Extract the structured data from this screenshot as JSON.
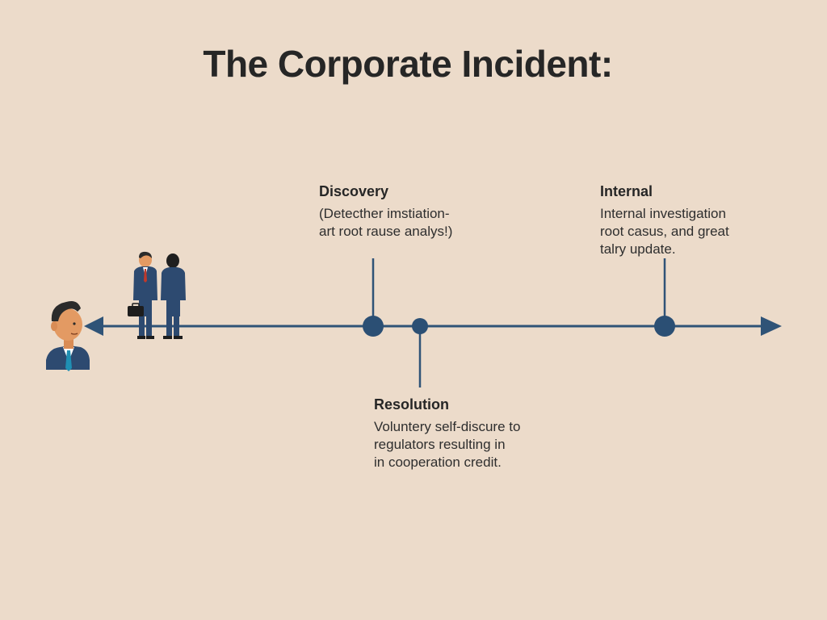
{
  "title": "The Corporate Incident:",
  "colors": {
    "background": "#ecdbca",
    "timeline": "#2f5377",
    "marker": "#2b4f74",
    "suit": "#2d4a70",
    "skin": "#e39a63",
    "hair": "#2b2b2b"
  },
  "events": {
    "discovery": {
      "title": "Discovery",
      "lines": [
        "(Detecther imstiation-",
        "art root rause analys!)"
      ]
    },
    "internal": {
      "title": "Internal",
      "lines": [
        "Internal investigation",
        "root casus, and great",
        "talry update."
      ]
    },
    "resolution": {
      "title": "Resolution",
      "lines": [
        "Voluntery self-discure to",
        "regulators resulting in",
        "in cooperation credit."
      ]
    }
  },
  "illustrations": {
    "left_person": "businessman-avatar-icon",
    "group": "two-businessmen-icon",
    "briefcase": "briefcase-icon"
  }
}
